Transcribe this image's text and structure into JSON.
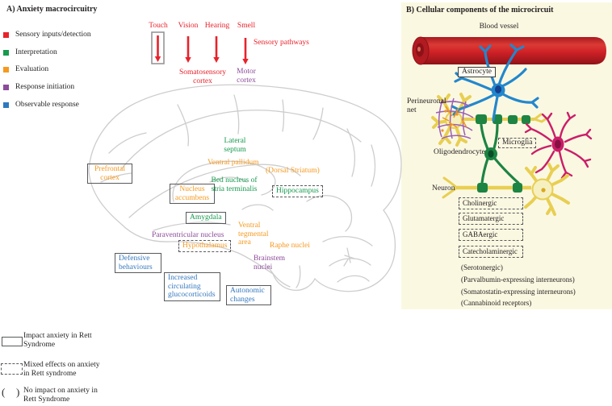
{
  "panelA": {
    "title": "A) Anxiety macrocircuitry",
    "legend": [
      {
        "label": "Sensory inputs/detection",
        "color": "#e8222b"
      },
      {
        "label": "Interpretation",
        "color": "#169a4e"
      },
      {
        "label": "Evaluation",
        "color": "#f6991f"
      },
      {
        "label": "Response initiation",
        "color": "#8d4b9b"
      },
      {
        "label": "Observable response",
        "color": "#2d79c0"
      }
    ],
    "sensory": {
      "inputs": [
        "Touch",
        "Vision",
        "Hearing",
        "Smell"
      ],
      "pathways": "Sensory pathways",
      "somatosensory": "Somatosensory cortex",
      "motor": "Motor cortex"
    },
    "regions": {
      "prefrontal": "Prefrontal cortex",
      "nucleus_accumbens": "Nucleus accumbens",
      "amygdala": "Amygdala",
      "hippocampus": "Hippocampus",
      "hypothalamus": "Hypothalamus",
      "lateral_septum": "Lateral septum",
      "ventral_pallidum": "Ventral pallidum",
      "dorsal_striatum": "(Dorsal Striatum)",
      "bed_nucleus": "Bed nucleus of stria terminalis",
      "paraventricular": "Paraventricular nucleus",
      "ventral_tegmental": "Ventral tegmental area",
      "raphe": "Raphe nuclei",
      "brainstem": "Brainstem nuclei",
      "defensive": "Defensive behaviours",
      "glucocorticoids": "Increased circulating glucocorticoids",
      "autonomic": "Autonomic changes"
    },
    "box_legend": [
      {
        "style": "solid",
        "label": "Impact anxiety in Rett Syndrome"
      },
      {
        "style": "dashed",
        "label": "Mixed effects on anxiety in Rett syndrome"
      },
      {
        "style": "parentheses",
        "label": "No impact on anxiety in Rett Syndrome"
      }
    ]
  },
  "panelB": {
    "title": "B) Cellular components of the microcircuit",
    "labels": {
      "blood_vessel": "Blood vessel",
      "astrocyte": "Astrocyte",
      "perineuronal_net": "Perineuronal net",
      "oligodendrocyte": "Oligodendrocyte",
      "microglia": "Microglia",
      "neuron": "Neuron"
    },
    "neuron_types_boxed": [
      "Cholinergic",
      "Glutamatergic",
      "GABAergic",
      "Catecholaminergic"
    ],
    "neuron_types_parenthesized": [
      "(Serotonergic)",
      "(Parvalbumin-expressing interneurons)",
      "(Somatostatin-expressing interneurons)",
      "(Cannabinoid receptors)"
    ],
    "colors": {
      "background": "#fbf8e2",
      "blood_vessel": "#cf2127",
      "astrocyte": "#2287cd",
      "microglia": "#ca1e68",
      "oligodendrocyte": "#1d8443",
      "neuron_yellow": "#e8cf52"
    }
  }
}
